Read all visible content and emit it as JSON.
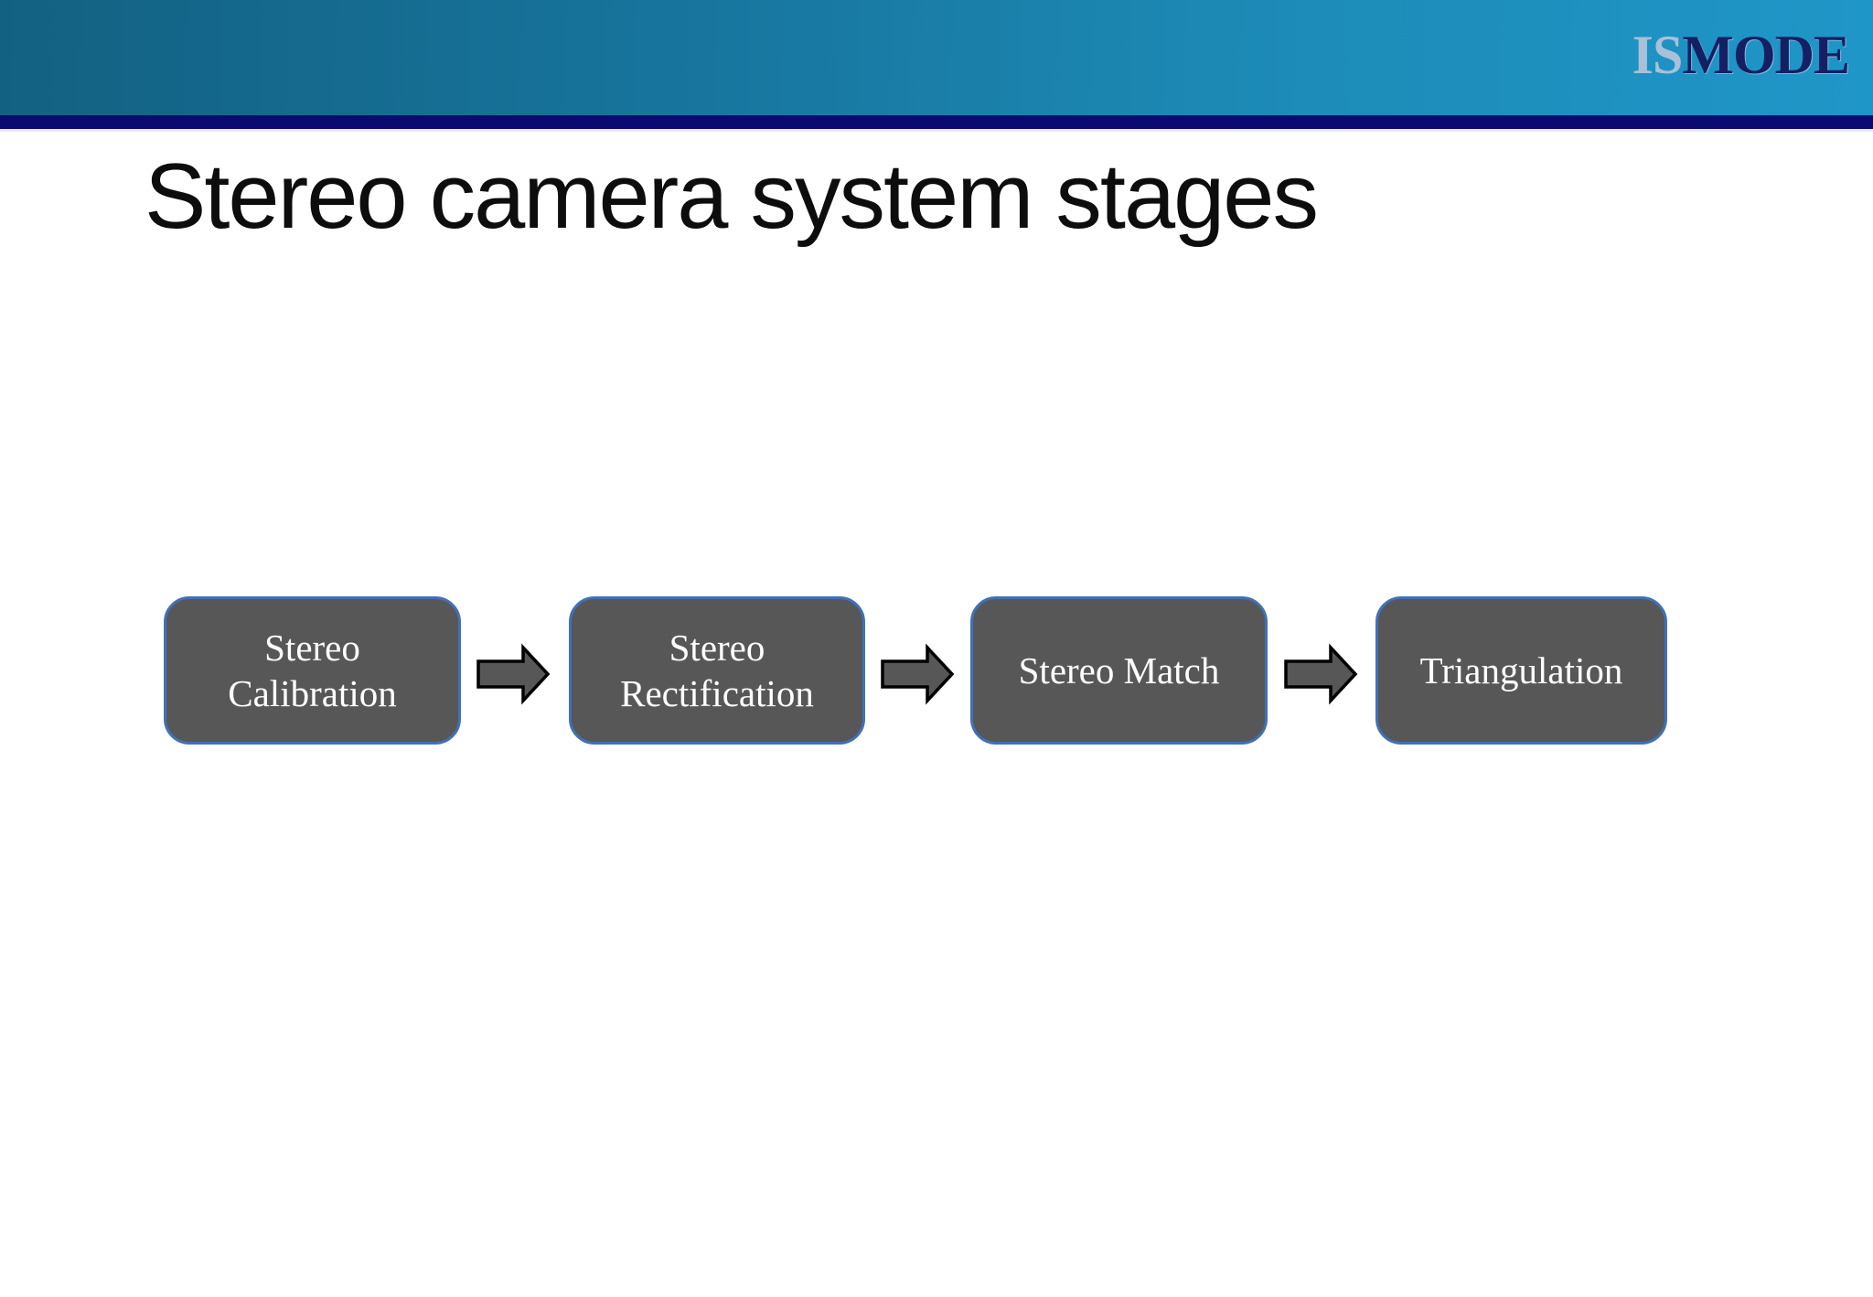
{
  "slide": {
    "title": "Stereo camera system stages",
    "logo": {
      "part_light": "IS",
      "part_dark": "MODE"
    },
    "flow": {
      "stages": [
        {
          "label": "Stereo Calibration"
        },
        {
          "label": "Stereo Rectification"
        },
        {
          "label": "Stereo Match"
        },
        {
          "label": "Triangulation"
        }
      ],
      "connector": "arrow-right"
    },
    "colors": {
      "header_gradient_left": "#136182",
      "header_gradient_right": "#1f96c8",
      "divider_navy": "#0a0a70",
      "logo_light": "#a9c0d8",
      "logo_dark": "#151f63",
      "title_text": "#0d0d0d",
      "box_fill": "#575757",
      "box_border": "#4170b8",
      "box_text": "#ffffff",
      "arrow_fill": "#575757",
      "arrow_stroke": "#000000"
    }
  }
}
